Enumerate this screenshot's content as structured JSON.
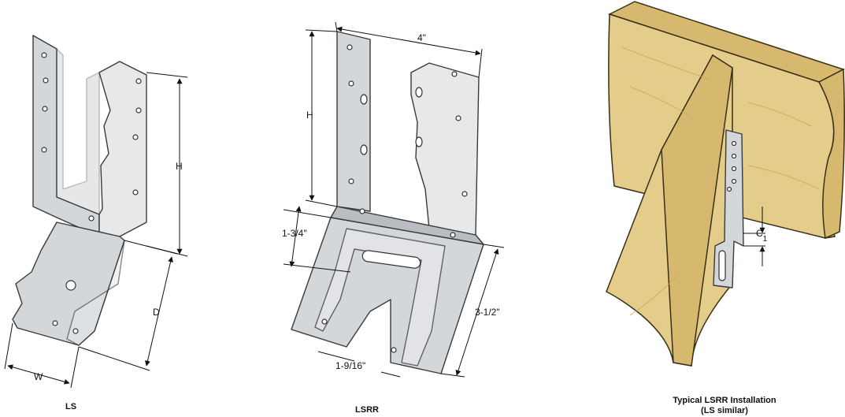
{
  "figures": {
    "ls": {
      "caption": "LS",
      "dims": {
        "height": "H",
        "depth": "D",
        "width": "W"
      }
    },
    "lsrr": {
      "caption": "LSRR",
      "dims": {
        "width": "4\"",
        "height": "H",
        "seat_height": "1-3/4\"",
        "seat_depth": "3-1/2\"",
        "slot": "1-9/16\""
      }
    },
    "install": {
      "caption_line1": "Typical LSRR Installation",
      "caption_line2": "(LS similar)",
      "dims": {
        "c_main": "C",
        "c_sub": "1"
      }
    }
  },
  "colors": {
    "metal": "#d4d7da",
    "wood": "#e4cc8a"
  }
}
